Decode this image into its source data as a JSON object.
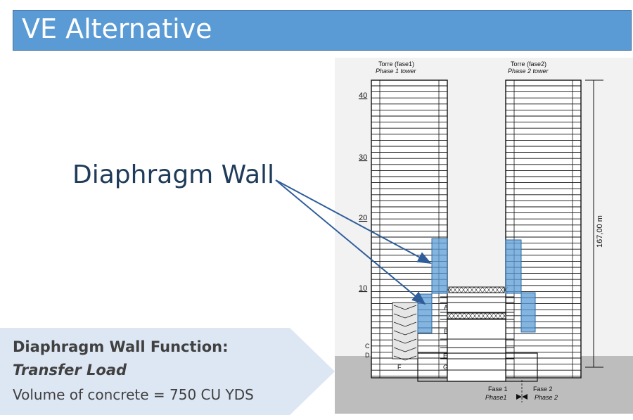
{
  "slide": {
    "title": "VE Alternative",
    "callout_label": "Diaphragm Wall",
    "function_box": {
      "heading": "Diaphragm Wall Function:",
      "load": "Transfer Load",
      "volume": "Volume of concrete = 750 CU YDS"
    }
  },
  "drawing": {
    "tower1_label": "Torre (fase1)",
    "tower1_sublabel": "Phase 1 tower",
    "tower2_label": "Torre (fase2)",
    "tower2_sublabel": "Phase 2 tower",
    "floor_marks": [
      "40",
      "30",
      "20",
      "10"
    ],
    "height_dim": "167,00 m",
    "sections": [
      "A",
      "B",
      "C",
      "D",
      "E",
      "F",
      "G"
    ],
    "phase1_label": "Fase 1",
    "phase1_sublabel": "Phase1",
    "phase2_label": "Fase 2",
    "phase2_sublabel": "Phase 2"
  },
  "colors": {
    "title_bar": "#5b9bd5",
    "highlight": "#5b9bd5",
    "callout_text": "#1f3b5a",
    "panel": "#dde7f4"
  }
}
